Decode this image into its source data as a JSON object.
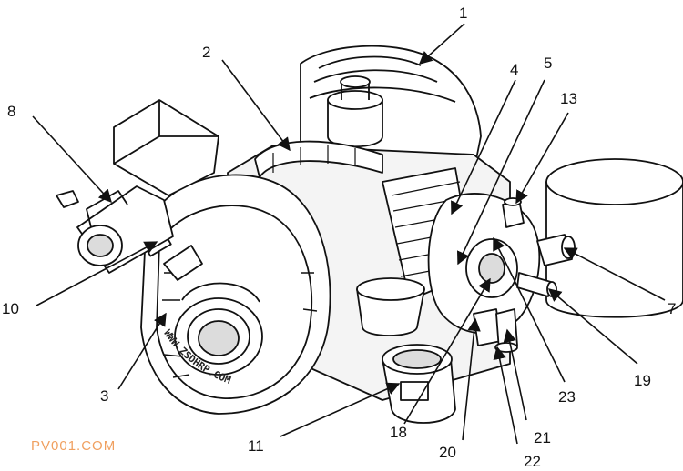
{
  "diagram": {
    "callouts": [
      "1",
      "2",
      "3",
      "4",
      "5",
      "7",
      "8",
      "10",
      "11",
      "13",
      "18",
      "19",
      "20",
      "21",
      "22",
      "23"
    ],
    "housing_inscription": "WWW.ZSDHRP.COM"
  },
  "watermark": {
    "text": "PV001.COM",
    "color": "#f0a060"
  },
  "colors": {
    "line": "#111111",
    "shade": "#dcdcdc"
  }
}
